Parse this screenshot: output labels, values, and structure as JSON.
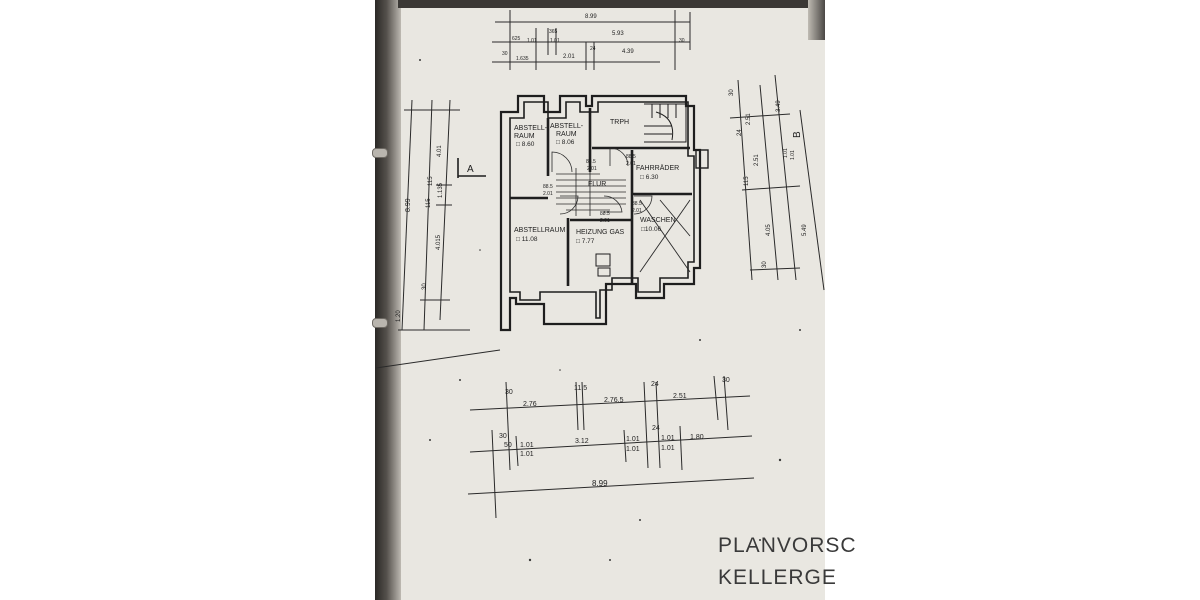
{
  "drawing": {
    "title_line1": "PLANVORSC",
    "title_line2": "KELLERGE",
    "section_marker": "A",
    "section_marker_right": "B"
  },
  "rooms": {
    "abstellraum1": {
      "name1": "ABSTELL-",
      "name2": "RAUM",
      "area": "□ 8.60"
    },
    "abstellraum2": {
      "name1": "ABSTELL-",
      "name2": "RAUM",
      "area": "□ 8.06"
    },
    "trph": {
      "name": "TRPH"
    },
    "fahrraeder": {
      "name": "FAHRRÄDER",
      "area": "□ 6.30"
    },
    "flur": {
      "name": "FLUR"
    },
    "abstellraum3": {
      "name": "ABSTELLRAUM",
      "area": "□ 11.08"
    },
    "heizung": {
      "name": "HEIZUNG  GAS",
      "area": "□ 7.77"
    },
    "waschen": {
      "name": "WASCHEN",
      "area": "□10.06"
    }
  },
  "dimensions": {
    "top": [
      "8.99",
      "5.93",
      "1.01",
      "1.01",
      "2.01",
      "4.39",
      "1.635",
      "30",
      "30",
      "24",
      "625",
      "365"
    ],
    "left": [
      "8.99",
      "4.01",
      "1.135",
      "115",
      "4.015",
      "30",
      "1.20",
      "115"
    ],
    "right": [
      "30",
      "3.49",
      "2.51",
      "24",
      "2.51",
      "1.01",
      "1.01",
      "115",
      "4.05",
      "5.49",
      "30"
    ],
    "bottom_row1": [
      "30",
      "2.76",
      "11.5",
      "2.76.5",
      "24",
      "2.51",
      "30"
    ],
    "bottom_row2": [
      "30",
      "50",
      "1.01",
      "1.01",
      "3.12",
      "1.01",
      "1.01",
      "24",
      "1.01",
      "1.01",
      "1.80"
    ],
    "bottom_total": "8.99"
  },
  "door_labels": [
    "88.5",
    "2.01",
    "88.5",
    "2.01",
    "88.5",
    "2.01",
    "88.5",
    "2.01",
    "88.5",
    "2.01"
  ]
}
